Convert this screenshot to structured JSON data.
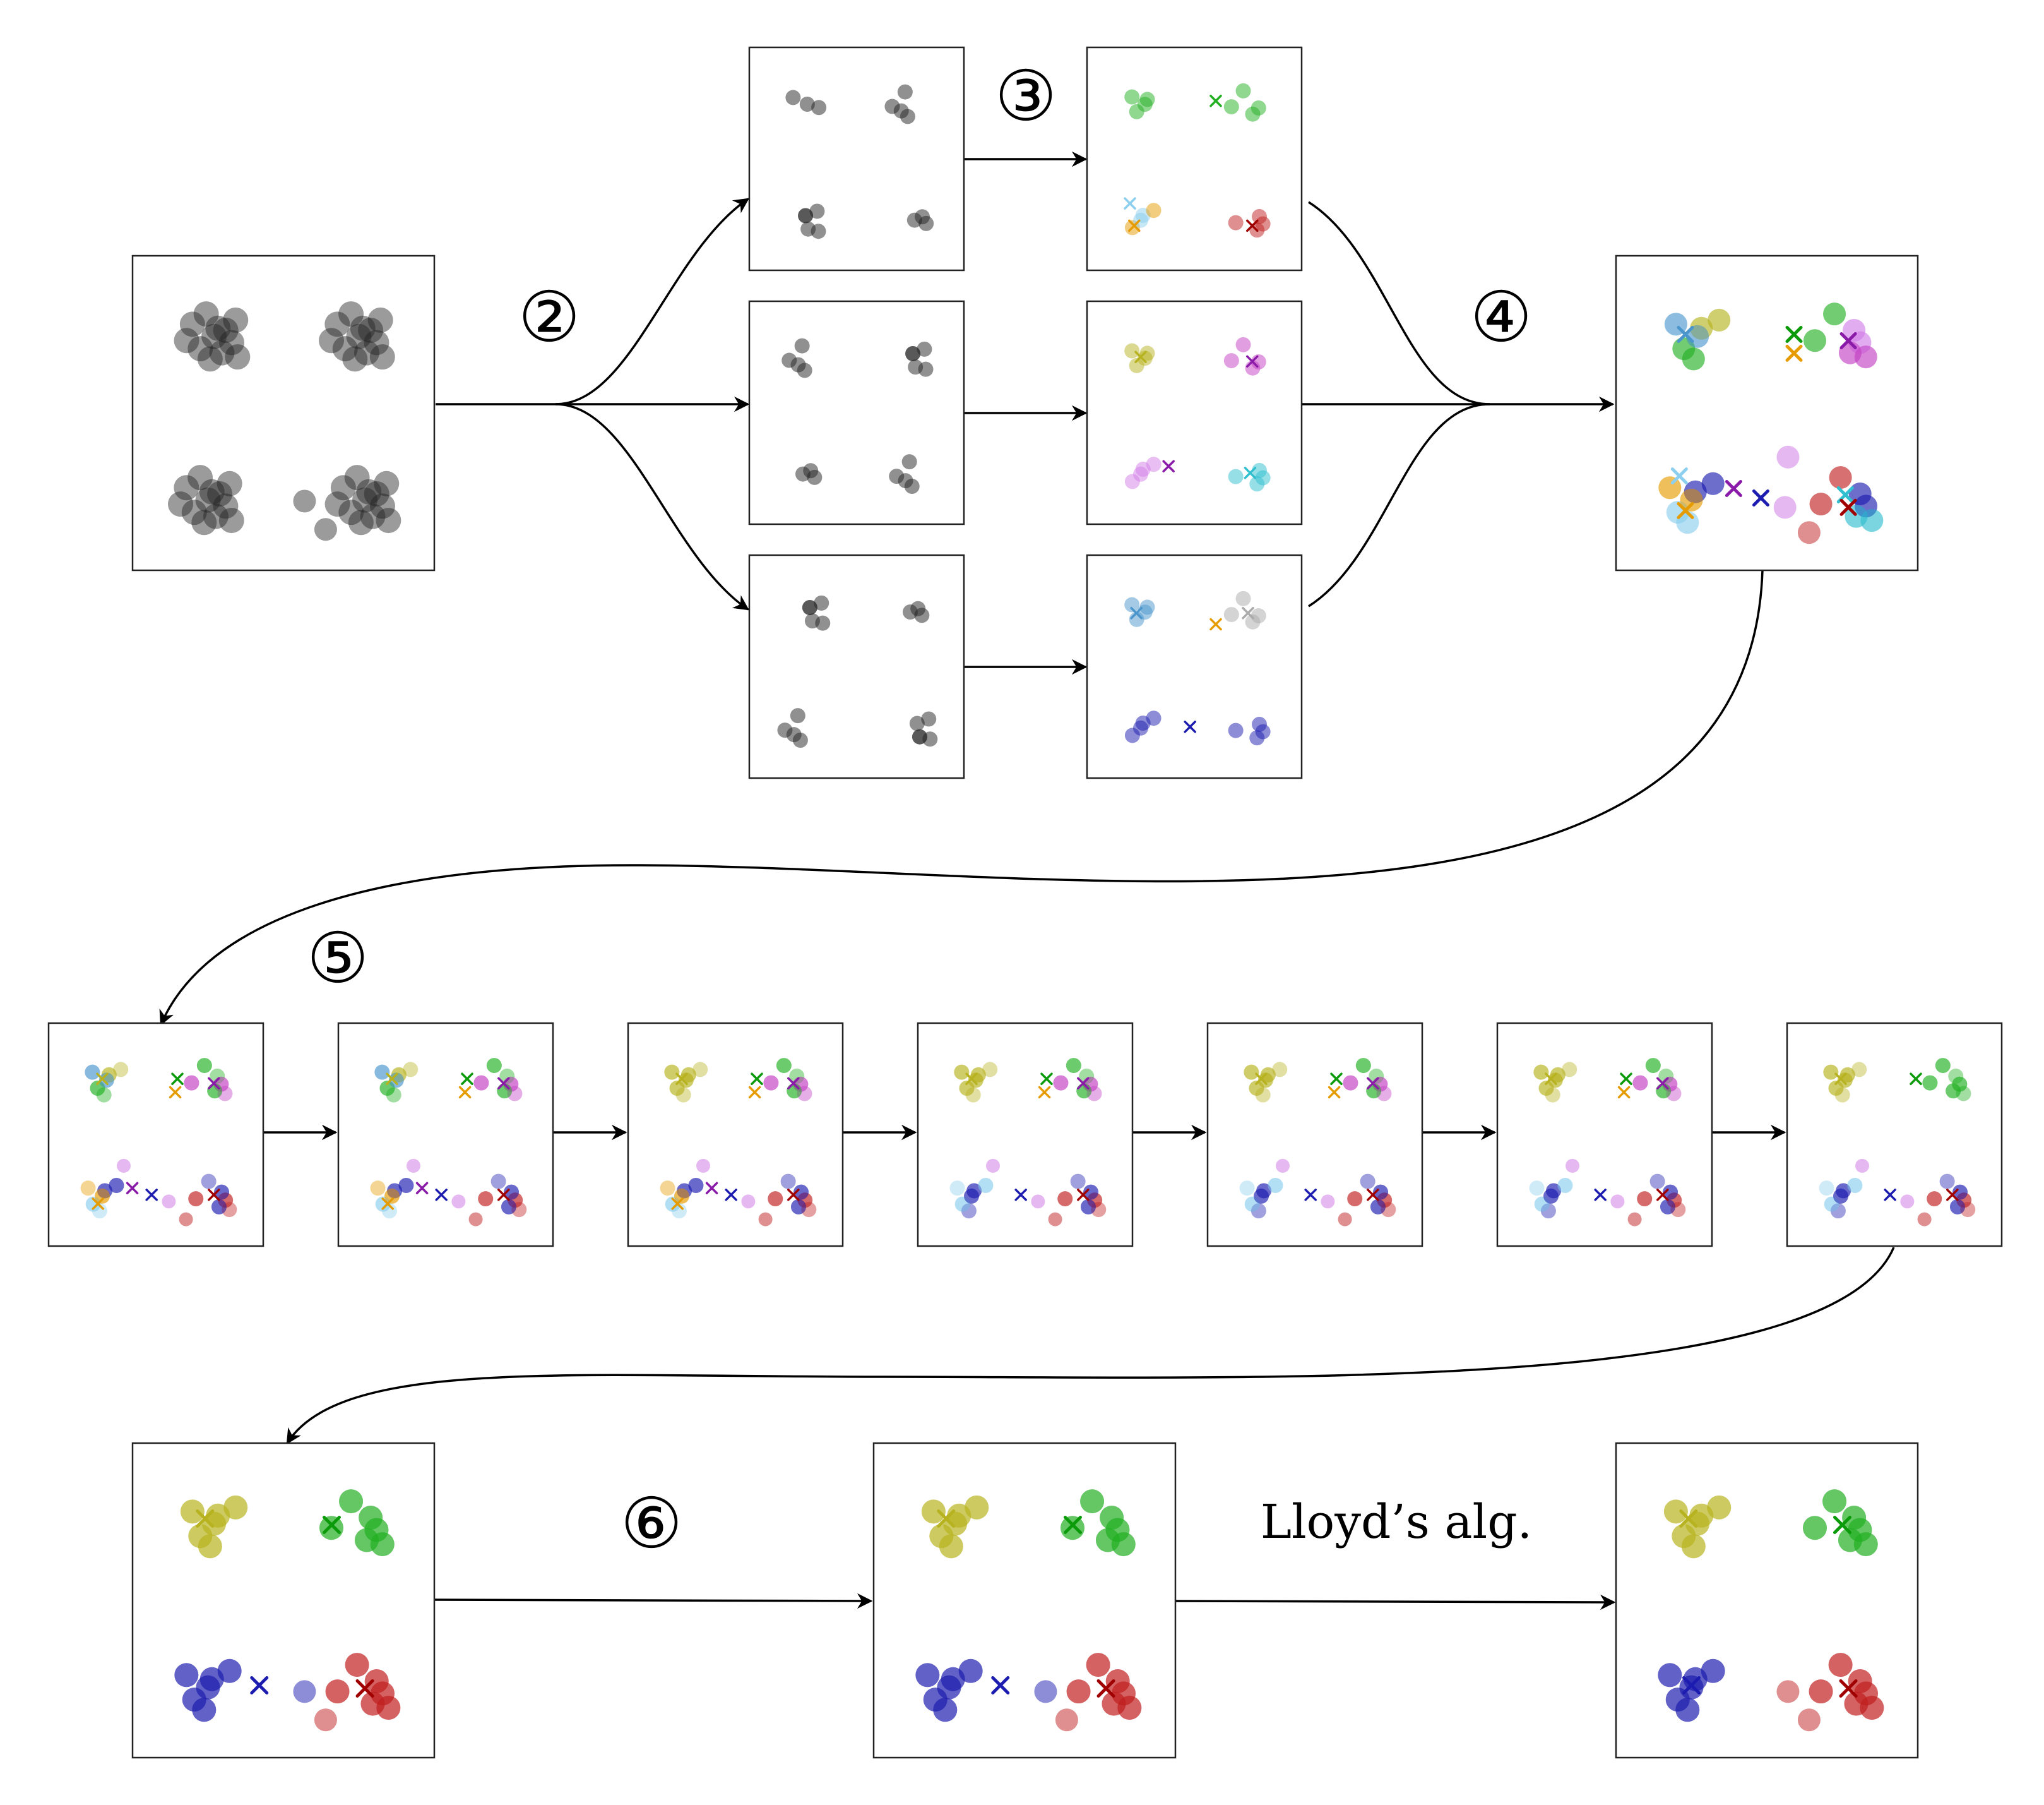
{
  "labels": {
    "step2": "②",
    "step3": "③",
    "step4": "④",
    "step5": "⑤",
    "step6": "⑥",
    "lloyd": "Lloyd’s alg."
  },
  "colors": {
    "black": "#222222",
    "green": "#22b022",
    "red": "#c02020",
    "lightblue": "#8ccfee",
    "orange": "#e69b00",
    "olive": "#b7b320",
    "magenta": "#c33fc3",
    "violet": "#d27ee8",
    "cyan": "#2fbfcf",
    "steelblue": "#4a96cc",
    "gray": "#aaaaaa",
    "navy": "#1c1cb0",
    "darkgreen": "#0a9a0a",
    "darkred": "#a00000",
    "purple": "#8a1aa8"
  }
}
